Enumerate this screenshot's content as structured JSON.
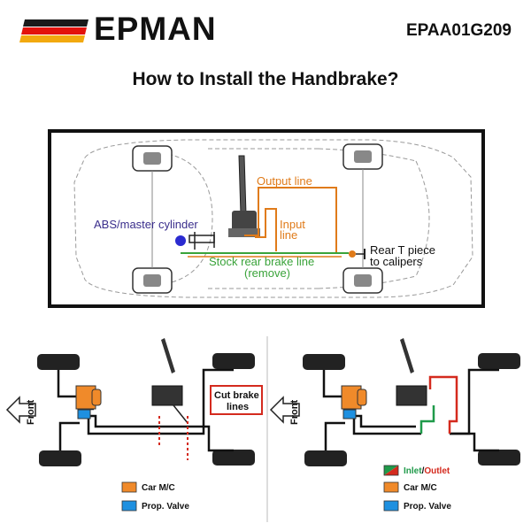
{
  "header": {
    "brand": "EPMAN",
    "product_code": "EPAA01G209",
    "logo_colors": [
      "#1a1a1a",
      "#e3120b",
      "#f2a90f"
    ]
  },
  "title": "How to Install the Handbrake?",
  "top_diagram": {
    "abs_label": "ABS/master cylinder",
    "output_line": "Output line",
    "input_line_1": "Input",
    "input_line_2": "line",
    "stock_line_1": "Stock rear brake line",
    "stock_line_2": "(remove)",
    "rear_t_1": "Rear T piece",
    "rear_t_2": "to calipers",
    "colors": {
      "output": "#e07b1a",
      "stock": "#3aa33a",
      "abs": "#2b2bd0",
      "abs_text": "#3a2e8c"
    }
  },
  "bottom_left": {
    "front_label": "Front",
    "cut_1": "Cut brake",
    "cut_2": "lines",
    "legend": [
      {
        "label": "Car M/C",
        "color": "#f08a2a"
      },
      {
        "label": "Prop. Valve",
        "color": "#1e90e0"
      }
    ]
  },
  "bottom_right": {
    "front_label": "Front",
    "legend_inlet": "Inlet",
    "legend_sep": "/",
    "legend_outlet": "Outlet",
    "legend": [
      {
        "label": "Car M/C",
        "color": "#f08a2a"
      },
      {
        "label": "Prop. Valve",
        "color": "#1e90e0"
      }
    ],
    "colors": {
      "inlet": "#1f9a4a",
      "outlet": "#d42a1e"
    }
  }
}
